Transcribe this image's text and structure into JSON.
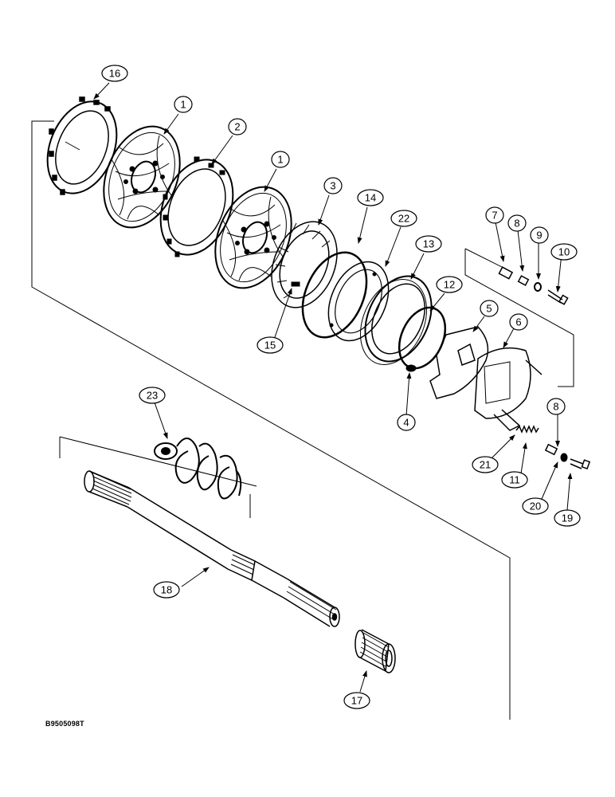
{
  "figure_id": "B9505098T",
  "callouts": [
    {
      "id": "c16",
      "label": "16"
    },
    {
      "id": "c1a",
      "label": "1"
    },
    {
      "id": "c2",
      "label": "2"
    },
    {
      "id": "c1b",
      "label": "1"
    },
    {
      "id": "c3",
      "label": "3"
    },
    {
      "id": "c14",
      "label": "14"
    },
    {
      "id": "c22",
      "label": "22"
    },
    {
      "id": "c13",
      "label": "13"
    },
    {
      "id": "c12",
      "label": "12"
    },
    {
      "id": "c15",
      "label": "15"
    },
    {
      "id": "c4",
      "label": "4"
    },
    {
      "id": "c5",
      "label": "5"
    },
    {
      "id": "c6",
      "label": "6"
    },
    {
      "id": "c7",
      "label": "7"
    },
    {
      "id": "c8a",
      "label": "8"
    },
    {
      "id": "c9",
      "label": "9"
    },
    {
      "id": "c10",
      "label": "10"
    },
    {
      "id": "c8b",
      "label": "8"
    },
    {
      "id": "c21",
      "label": "21"
    },
    {
      "id": "c11",
      "label": "11"
    },
    {
      "id": "c20",
      "label": "20"
    },
    {
      "id": "c19",
      "label": "19"
    },
    {
      "id": "c23",
      "label": "23"
    },
    {
      "id": "c18",
      "label": "18"
    },
    {
      "id": "c17",
      "label": "17"
    }
  ]
}
